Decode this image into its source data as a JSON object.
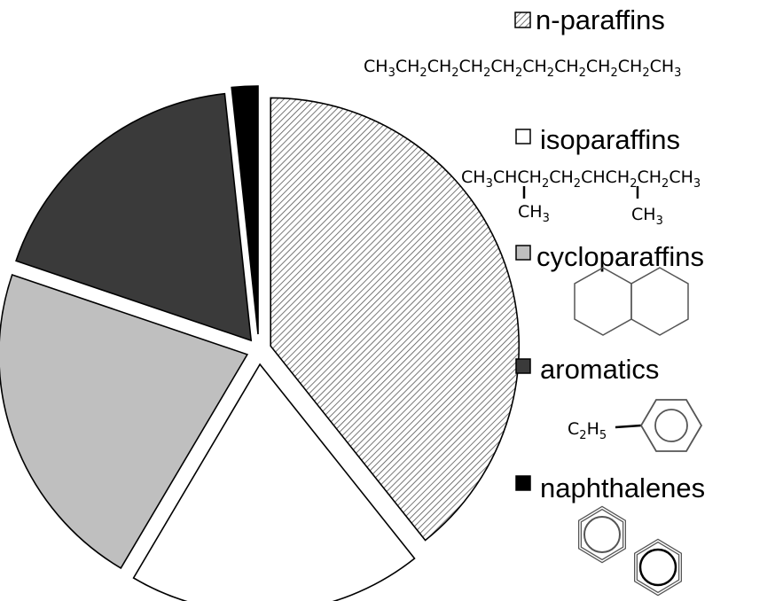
{
  "chart_data": {
    "type": "pie",
    "title": "",
    "slices": [
      {
        "key": "nparaffins",
        "label": "n-paraffins",
        "value": 39.3,
        "fill": "url(#hatch)"
      },
      {
        "key": "isoparaffins",
        "label": "isoparaffins",
        "value": 19.2,
        "fill": "#ffffff"
      },
      {
        "key": "cycloparaffins",
        "label": "cycloparaffins",
        "value": 21.7,
        "fill": "#bfbfbf"
      },
      {
        "key": "aromatics",
        "label": "aromatics",
        "value": 18.1,
        "fill": "#3a3a3a"
      },
      {
        "key": "naphthalenes",
        "label": "naphthalenes",
        "value": 1.7,
        "fill": "#000000"
      }
    ],
    "legend": {
      "placement": "right",
      "entries": [
        "n-paraffins",
        "isoparaffins",
        "cycloparaffins",
        "aromatics",
        "naphthalenes"
      ]
    },
    "formulas": {
      "nparaffins": {
        "parts": [
          "CH",
          "3",
          "CH",
          "2",
          "CH",
          "2",
          "CH",
          "2",
          "CH",
          "2",
          "CH",
          "2",
          "CH",
          "2",
          "CH",
          "2",
          "CH",
          "2",
          "CH",
          "3"
        ]
      },
      "isoparaffins": {
        "main": [
          "CH",
          "3",
          "CHCH",
          "2",
          "CH",
          "2",
          "CHCH",
          "2",
          "CH",
          "2",
          "CH",
          "3"
        ],
        "branch1": [
          "CH",
          "3"
        ],
        "branch2": [
          "CH",
          "3"
        ]
      },
      "aromatics": {
        "substituent": [
          "C",
          "2",
          "H",
          "5"
        ]
      }
    }
  }
}
